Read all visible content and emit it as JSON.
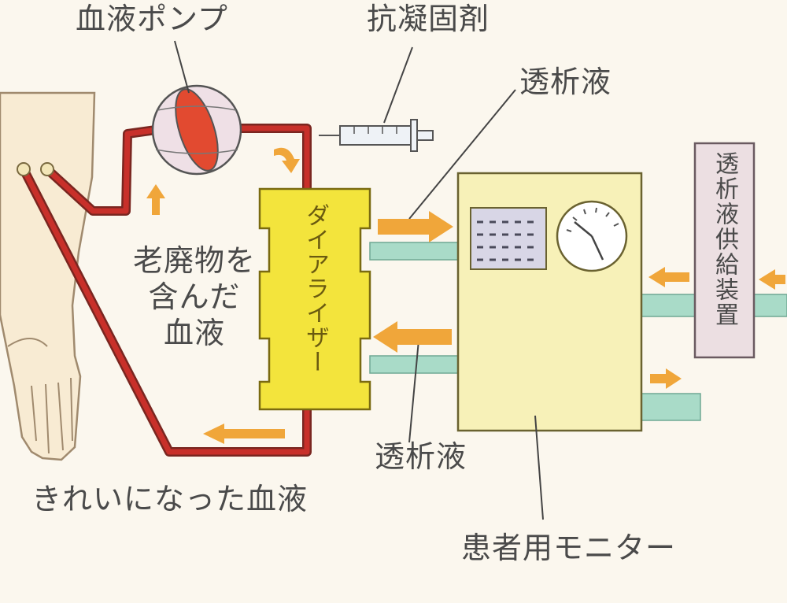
{
  "labels": {
    "blood_pump": "血液ポンプ",
    "anticoagulant": "抗凝固剤",
    "dialysate_top": "透析液",
    "dialysate_bottom": "透析液",
    "waste_blood": [
      "老廃物を",
      "含んだ",
      "血液"
    ],
    "clean_blood": "きれいになった血液",
    "dialyzer": "ダイアライザー",
    "dialysate_supply": "透析液供給装置",
    "patient_monitor": "患者用モニター"
  },
  "colors": {
    "background": "#fbf7ee",
    "blood_tube": "#c8302a",
    "dialyzer": "#f3e43c",
    "monitor": "#f7f1b8",
    "supply_box": "#ecdfe2",
    "dialysate_pipe": "#a9dbc8",
    "arrow": "#f0a63a",
    "arm_skin": "#f8ebd3",
    "label_text": "#4a4a4a"
  }
}
